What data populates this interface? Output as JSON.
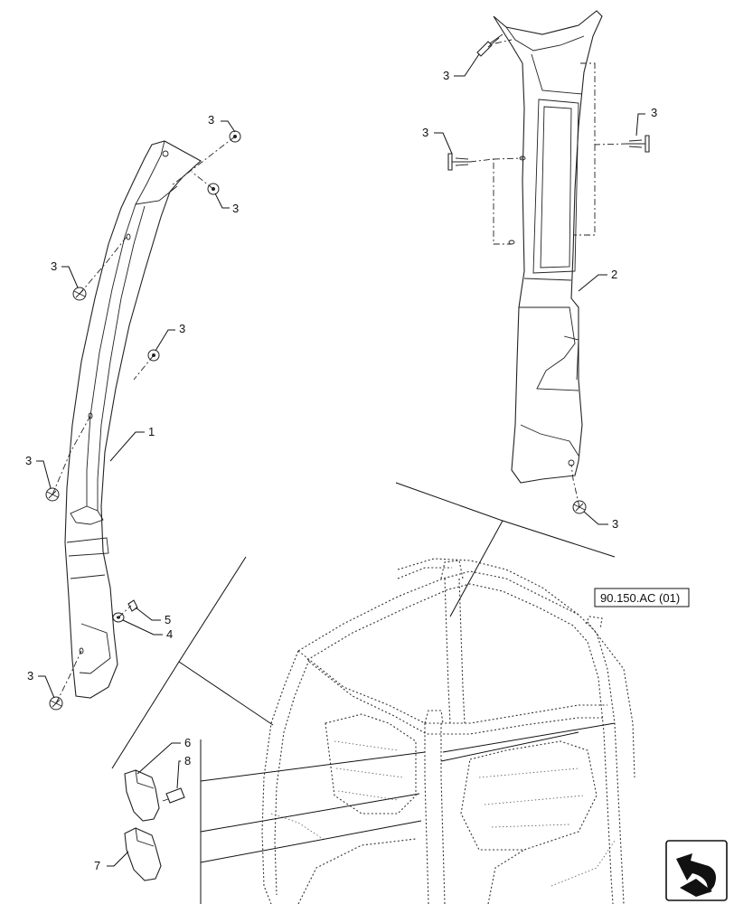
{
  "diagram": {
    "callouts": [
      {
        "id": "c3a",
        "text": "3"
      },
      {
        "id": "c3b",
        "text": "3"
      },
      {
        "id": "c3c",
        "text": "3"
      },
      {
        "id": "c3d",
        "text": "3"
      },
      {
        "id": "c3e",
        "text": "3"
      },
      {
        "id": "c3f",
        "text": "3"
      },
      {
        "id": "c3g",
        "text": "3"
      },
      {
        "id": "c3h",
        "text": "3"
      },
      {
        "id": "c3i",
        "text": "3"
      },
      {
        "id": "c3j",
        "text": "3"
      },
      {
        "id": "c1",
        "text": "1"
      },
      {
        "id": "c2",
        "text": "2"
      },
      {
        "id": "c4",
        "text": "4"
      },
      {
        "id": "c5",
        "text": "5"
      },
      {
        "id": "c6",
        "text": "6"
      },
      {
        "id": "c7",
        "text": "7"
      },
      {
        "id": "c8",
        "text": "8"
      }
    ],
    "reference_box": "90.150.AC (01)",
    "nav_icon": "navigation-arrow-icon"
  }
}
